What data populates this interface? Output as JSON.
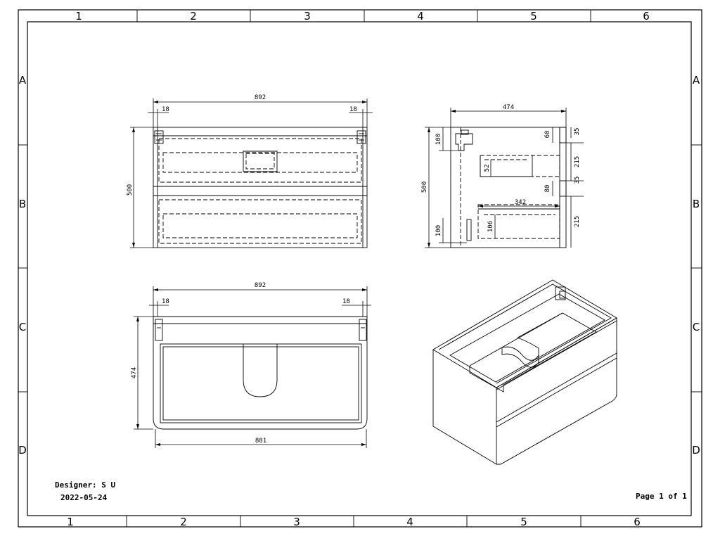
{
  "sheet": {
    "columns_top": [
      "1",
      "2",
      "3",
      "4",
      "5",
      "6"
    ],
    "columns_bottom": [
      "1",
      "2",
      "3",
      "4",
      "5",
      "6"
    ],
    "rows_left": [
      "A",
      "B",
      "C",
      "D"
    ],
    "rows_right": [
      "A",
      "B",
      "C",
      "D"
    ]
  },
  "front_view": {
    "width": "892",
    "side_left": "18",
    "side_right": "18",
    "height": "500"
  },
  "side_view": {
    "depth": "474",
    "height": "500",
    "d_100_top": "100",
    "d_60": "60",
    "d_35_top": "35",
    "d_215_top": "215",
    "d_52": "52",
    "d_35_mid": "35",
    "d_80": "80",
    "d_342": "342",
    "d_215_bottom": "215",
    "d_100_bottom": "100",
    "d_106": "106"
  },
  "top_view": {
    "width": "892",
    "side_left": "18",
    "side_right": "18",
    "depth": "474",
    "inner_width": "881"
  },
  "title_block": {
    "designer": "Designer: S U",
    "date": "2022-05-24",
    "page": "Page 1 of 1"
  }
}
